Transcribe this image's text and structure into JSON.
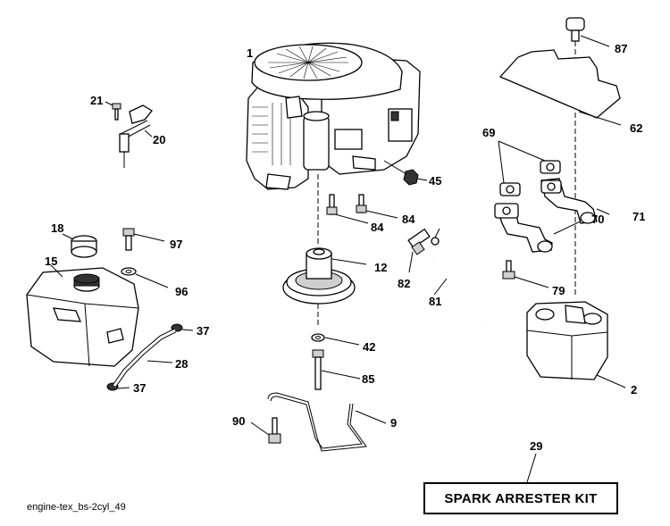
{
  "diagram": {
    "parts": [
      {
        "number": "1",
        "part": "engine"
      },
      {
        "number": "2",
        "part": "muffler"
      },
      {
        "number": "9",
        "part": "rod"
      },
      {
        "number": "12",
        "part": "pulley"
      },
      {
        "number": "15",
        "part": "fuel-tank"
      },
      {
        "number": "18",
        "part": "tank-cap"
      },
      {
        "number": "20",
        "part": "throttle-cable"
      },
      {
        "number": "21",
        "part": "screw"
      },
      {
        "number": "28",
        "part": "fuel-line"
      },
      {
        "number": "29",
        "part": "spark-arrester-kit"
      },
      {
        "number": "37",
        "part": "clamp-upper"
      },
      {
        "number": "37",
        "part": "clamp-lower"
      },
      {
        "number": "42",
        "part": "washer"
      },
      {
        "number": "45",
        "part": "nut"
      },
      {
        "number": "62",
        "part": "heat-shield"
      },
      {
        "number": "69",
        "part": "gaskets"
      },
      {
        "number": "70",
        "part": "exhaust-pipe-front"
      },
      {
        "number": "71",
        "part": "exhaust-pipe-rear"
      },
      {
        "number": "79",
        "part": "bolt"
      },
      {
        "number": "81",
        "part": "drain-hose"
      },
      {
        "number": "82",
        "part": "drain-valve"
      },
      {
        "number": "84",
        "part": "bolt-left"
      },
      {
        "number": "84",
        "part": "bolt-right"
      },
      {
        "number": "85",
        "part": "pulley-bolt"
      },
      {
        "number": "87",
        "part": "knob"
      },
      {
        "number": "90",
        "part": "rod-bolt"
      },
      {
        "number": "96",
        "part": "washer"
      },
      {
        "number": "97",
        "part": "bolt"
      }
    ],
    "kit_label": "SPARK ARRESTER KIT",
    "caption": "engine-tex_bs-2cyl_49"
  }
}
